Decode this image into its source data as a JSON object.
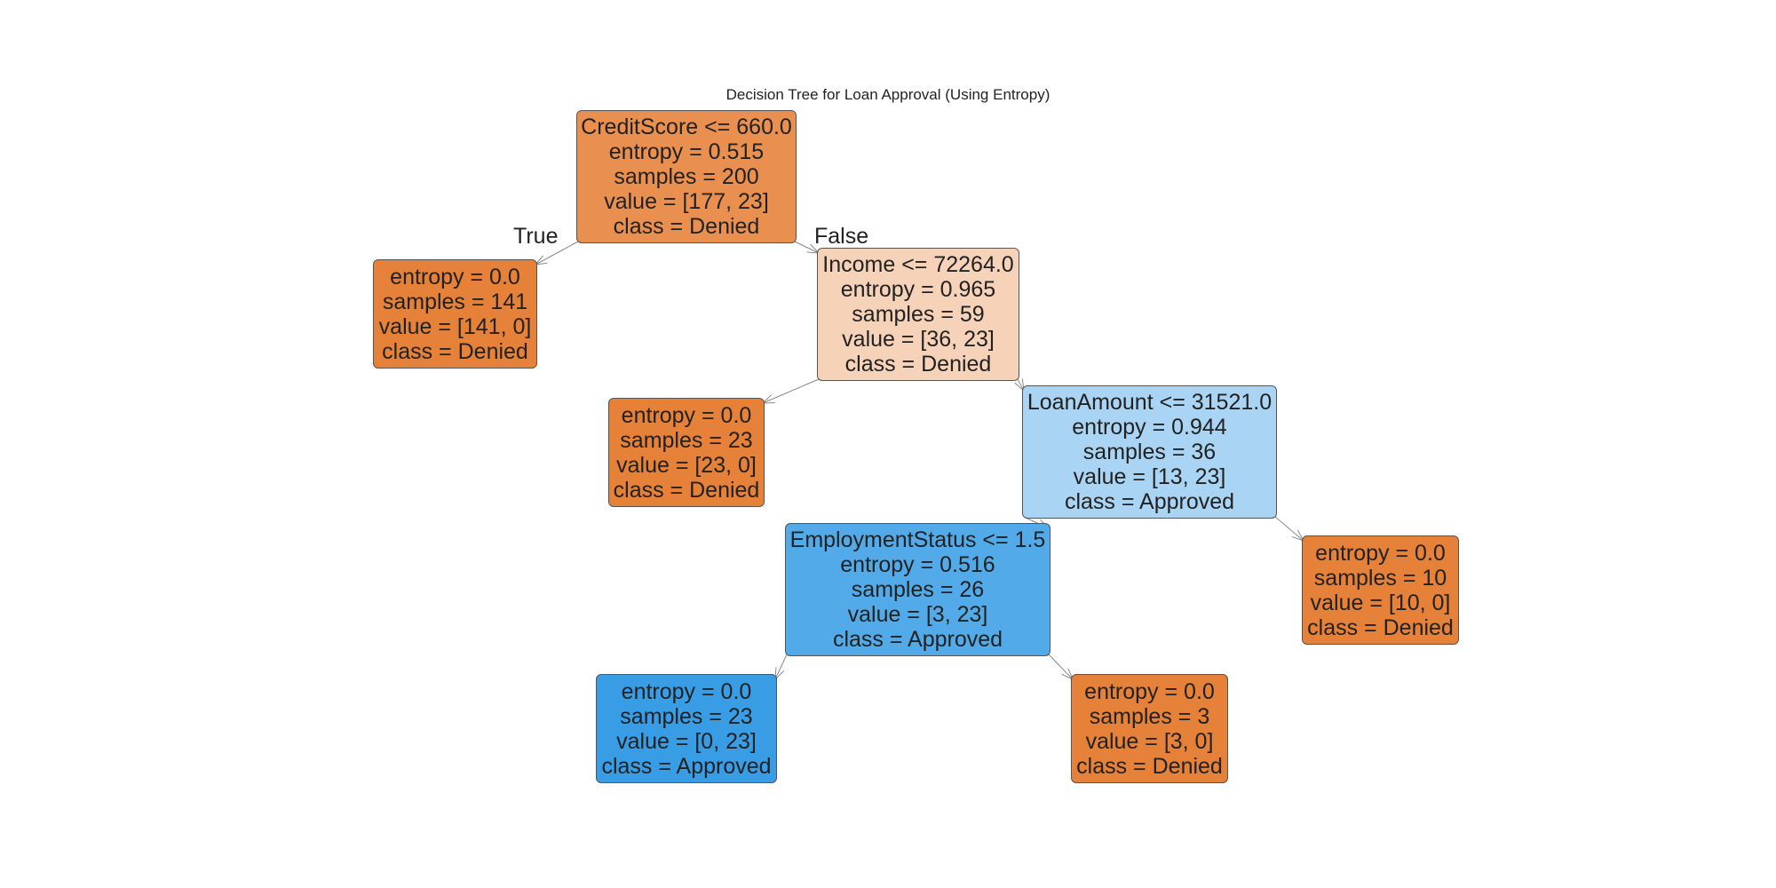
{
  "title": "Decision Tree for Loan Approval (Using Entropy)",
  "branch_labels": {
    "true_label": "True",
    "false_label": "False"
  },
  "class_colors": {
    "Denied": "#e58139",
    "Approved": "#399de5"
  },
  "nodes": [
    {
      "id": "root",
      "lines": [
        "CreditScore <= 660.0",
        "entropy = 0.515",
        "samples = 200",
        "value = [177, 23]",
        "class = Denied"
      ],
      "color": "#e99050"
    },
    {
      "id": "leaf-1",
      "lines": [
        "entropy = 0.0",
        "samples = 141",
        "value = [141, 0]",
        "class = Denied"
      ],
      "color": "#e58139"
    },
    {
      "id": "income",
      "lines": [
        "Income <= 72264.0",
        "entropy = 0.965",
        "samples = 59",
        "value = [36, 23]",
        "class = Denied"
      ],
      "color": "#f6d2b8"
    },
    {
      "id": "leaf-2",
      "lines": [
        "entropy = 0.0",
        "samples = 23",
        "value = [23, 0]",
        "class = Denied"
      ],
      "color": "#e58139"
    },
    {
      "id": "loanamount",
      "lines": [
        "LoanAmount <= 31521.0",
        "entropy = 0.944",
        "samples = 36",
        "value = [13, 23]",
        "class = Approved"
      ],
      "color": "#a9d4f4"
    },
    {
      "id": "employment",
      "lines": [
        "EmploymentStatus <= 1.5",
        "entropy = 0.516",
        "samples = 26",
        "value = [3, 23]",
        "class = Approved"
      ],
      "color": "#53aae8"
    },
    {
      "id": "leaf-3",
      "lines": [
        "entropy = 0.0",
        "samples = 10",
        "value = [10, 0]",
        "class = Denied"
      ],
      "color": "#e58139"
    },
    {
      "id": "leaf-4",
      "lines": [
        "entropy = 0.0",
        "samples = 23",
        "value = [0, 23]",
        "class = Approved"
      ],
      "color": "#399de5"
    },
    {
      "id": "leaf-5",
      "lines": [
        "entropy = 0.0",
        "samples = 3",
        "value = [3, 0]",
        "class = Denied"
      ],
      "color": "#e58139"
    }
  ],
  "edges": [
    {
      "from": "root",
      "to": "leaf-1"
    },
    {
      "from": "root",
      "to": "income"
    },
    {
      "from": "income",
      "to": "leaf-2"
    },
    {
      "from": "income",
      "to": "loanamount"
    },
    {
      "from": "loanamount",
      "to": "employment"
    },
    {
      "from": "loanamount",
      "to": "leaf-3"
    },
    {
      "from": "employment",
      "to": "leaf-4"
    },
    {
      "from": "employment",
      "to": "leaf-5"
    }
  ]
}
